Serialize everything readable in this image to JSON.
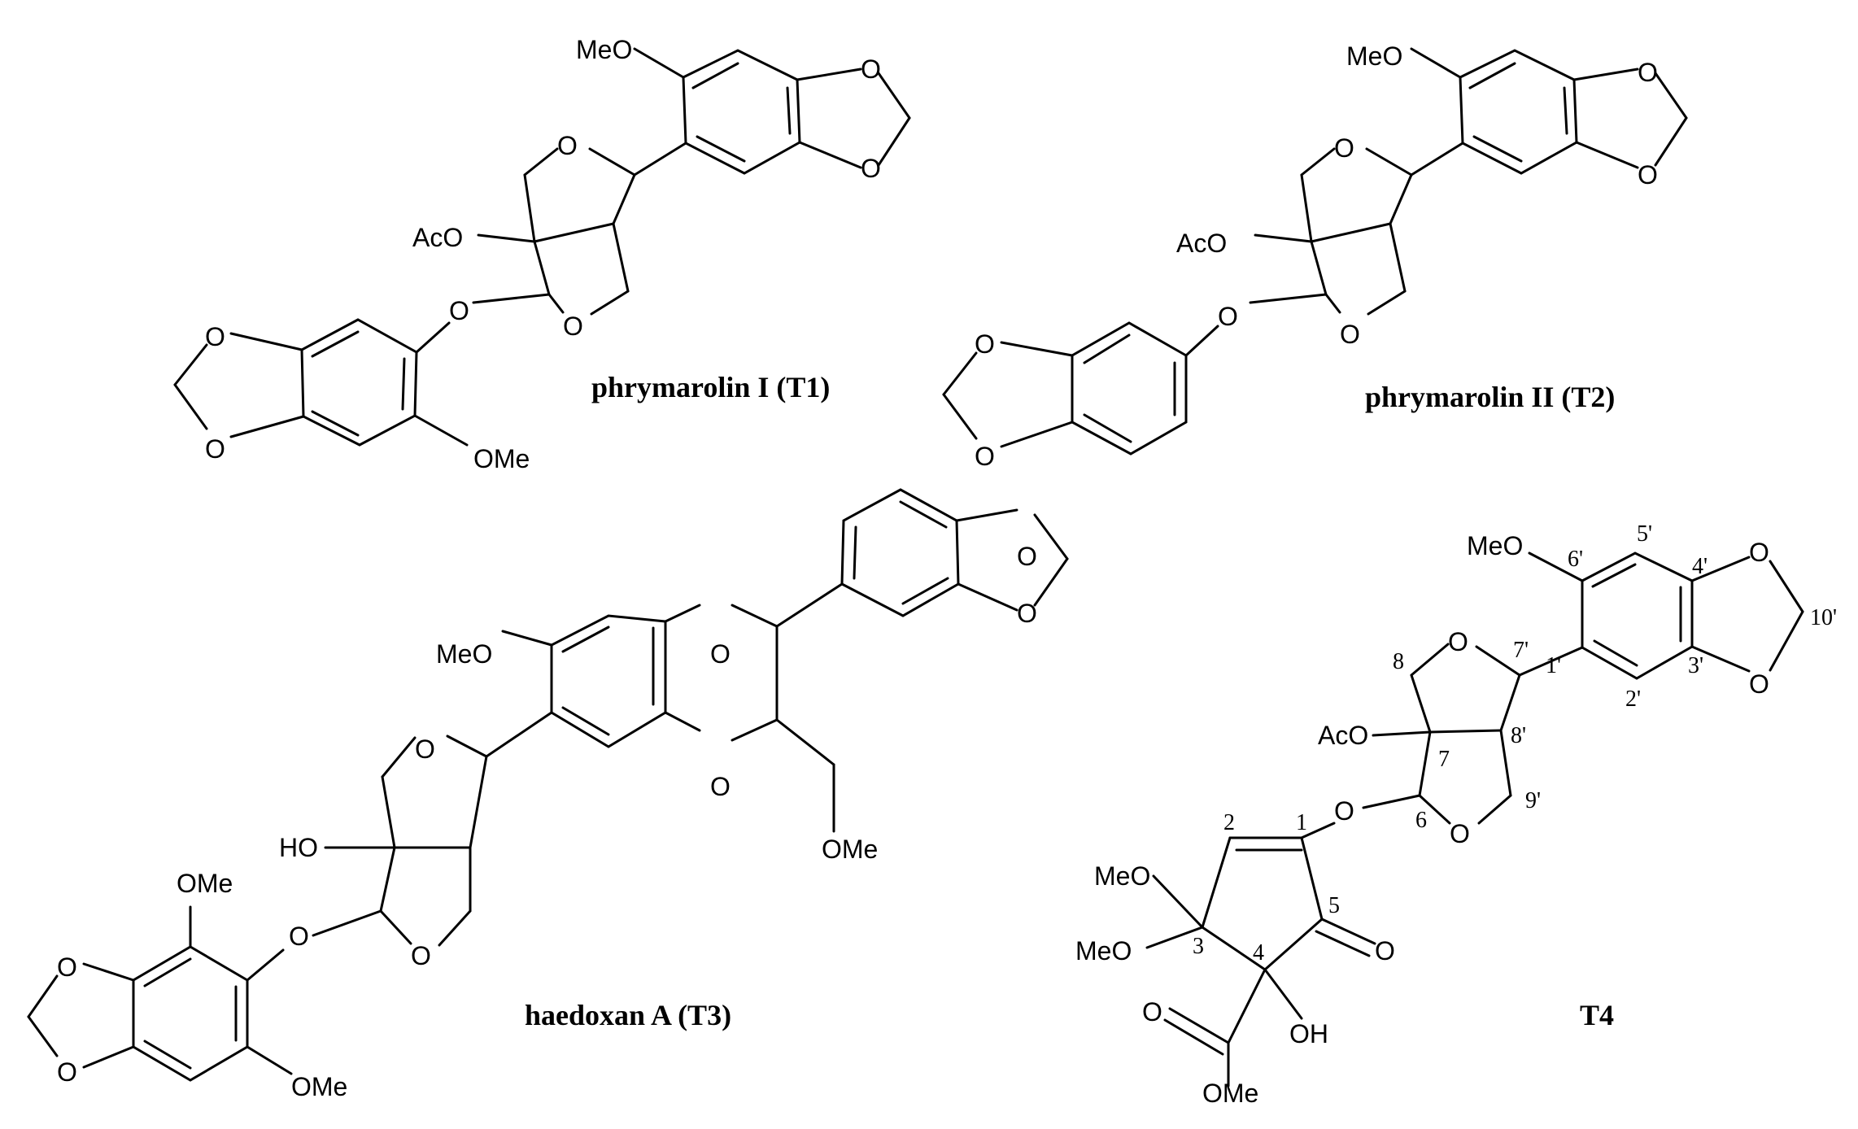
{
  "compounds": [
    {
      "name": "phrymarolin I (T1)",
      "atoms": [
        "MeO",
        "O",
        "O",
        "O",
        "AcO",
        "O",
        "O",
        "O",
        "O",
        "OMe"
      ]
    },
    {
      "name": "phrymarolin II (T2)",
      "atoms": [
        "MeO",
        "O",
        "O",
        "O",
        "AcO",
        "O",
        "O",
        "O",
        "O"
      ]
    },
    {
      "name": "haedoxan A (T3)",
      "atoms": [
        "O",
        "O",
        "MeO",
        "O",
        "O",
        "O",
        "HO",
        "OMe",
        "OMe",
        "O",
        "O",
        "O",
        "OMe",
        "O"
      ]
    },
    {
      "name": "T4",
      "atoms": [
        "MeO",
        "O",
        "O",
        "O",
        "AcO",
        "O",
        "O",
        "MeO",
        "MeO",
        "O",
        "O",
        "OH",
        "OMe"
      ],
      "locants": [
        "5'",
        "6'",
        "4'",
        "10'",
        "7'",
        "8",
        "1'",
        "3'",
        "2'",
        "8'",
        "7",
        "9'",
        "6",
        "2",
        "1",
        "5",
        "3",
        "4"
      ]
    }
  ]
}
